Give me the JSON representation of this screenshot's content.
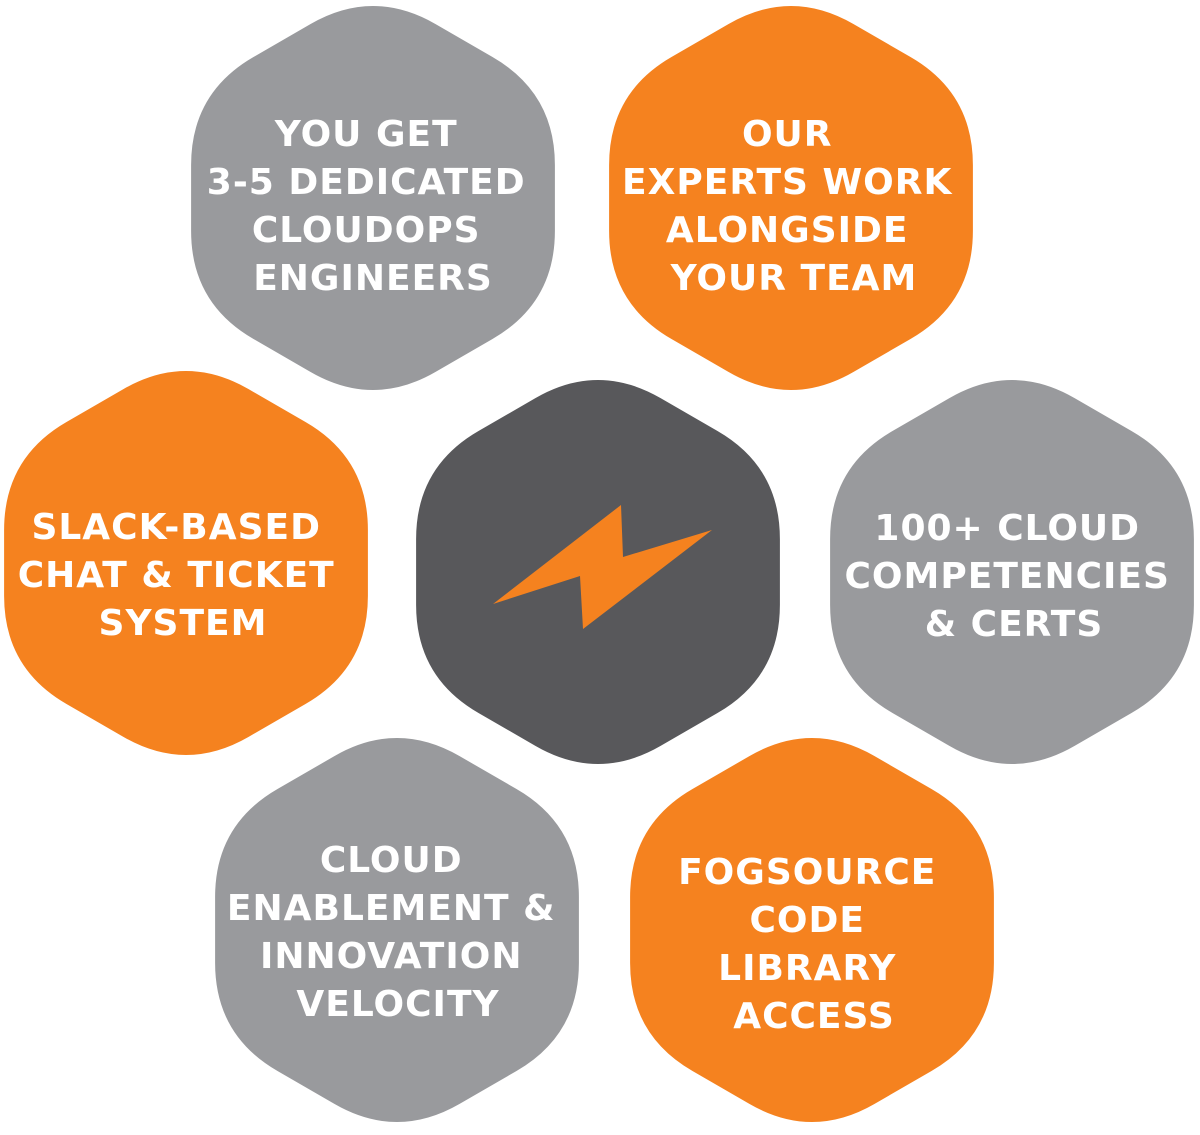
{
  "colors": {
    "orange": "#F5821F",
    "gray": "#999A9D",
    "dark": "#58585B",
    "text": "#FFFFFF"
  },
  "center": {
    "icon": "lightning-bolt-icon",
    "color": "dark"
  },
  "hexagons": [
    {
      "id": "dedicated-engineers",
      "color": "gray",
      "lines": [
        "YOU GET",
        "3-5 DEDICATED",
        "CLOUDOPS",
        "ENGINEERS"
      ]
    },
    {
      "id": "experts-alongside-team",
      "color": "orange",
      "lines": [
        "OUR",
        "EXPERTS WORK",
        "ALONGSIDE",
        "YOUR TEAM"
      ]
    },
    {
      "id": "slack-chat-ticket",
      "color": "orange",
      "lines": [
        "SLACK-BASED",
        "CHAT & TICKET",
        "SYSTEM"
      ]
    },
    {
      "id": "cloud-competencies",
      "color": "gray",
      "lines": [
        "100+ CLOUD",
        "COMPETENCIES",
        "& CERTS"
      ]
    },
    {
      "id": "cloud-enablement",
      "color": "gray",
      "lines": [
        "CLOUD",
        "ENABLEMENT &",
        "INNOVATION",
        "VELOCITY"
      ]
    },
    {
      "id": "fogsource-library",
      "color": "orange",
      "lines": [
        "FOGSOURCE",
        "CODE",
        "LIBRARY",
        "ACCESS"
      ]
    }
  ]
}
